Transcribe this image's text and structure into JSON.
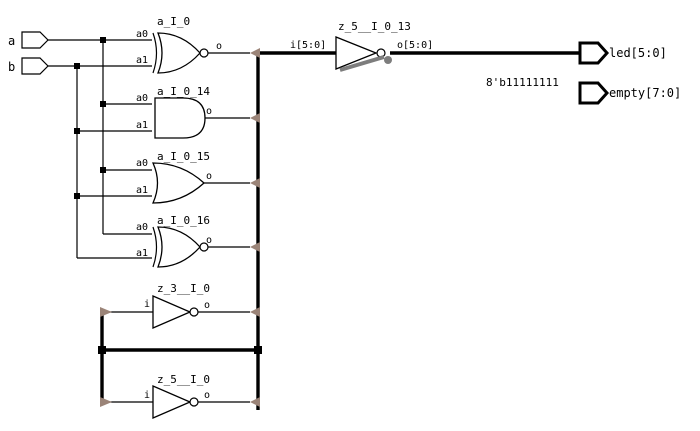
{
  "schematic": {
    "inputs": [
      "a",
      "b"
    ],
    "outputs": [
      "led[5:0]",
      "empty[7:0]"
    ],
    "constant_label": "8'b11111111",
    "gates": [
      {
        "name": "a_I_0",
        "type": "xor",
        "pins": [
          "a0",
          "a1",
          "o"
        ]
      },
      {
        "name": "a_I_0_14",
        "type": "and",
        "pins": [
          "a0",
          "a1",
          "o"
        ]
      },
      {
        "name": "a_I_0_15",
        "type": "or",
        "pins": [
          "a0",
          "a1",
          "o"
        ]
      },
      {
        "name": "a_I_0_16",
        "type": "xor",
        "pins": [
          "a0",
          "a1",
          "o"
        ]
      },
      {
        "name": "z_3__I_0",
        "type": "not",
        "pins": [
          "i",
          "o"
        ]
      },
      {
        "name": "z_5__I_0",
        "type": "not",
        "pins": [
          "i",
          "o"
        ]
      }
    ],
    "buffer": {
      "name": "z_5__I_0_13",
      "in_pin": "i[5:0]",
      "out_pin": "o[5:0]"
    }
  }
}
